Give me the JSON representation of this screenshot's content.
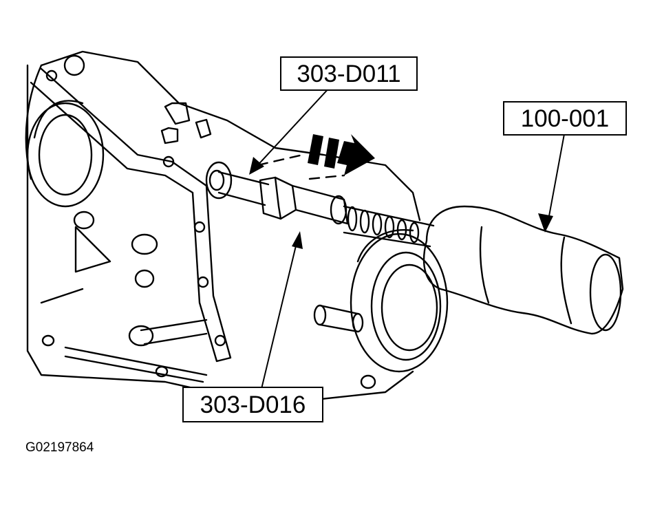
{
  "labels": {
    "tool_a": "303-D011",
    "tool_b": "100-001",
    "tool_c": "303-D016"
  },
  "figure_id": "G02197864",
  "colors": {
    "ink": "#000000",
    "paper": "#ffffff"
  }
}
